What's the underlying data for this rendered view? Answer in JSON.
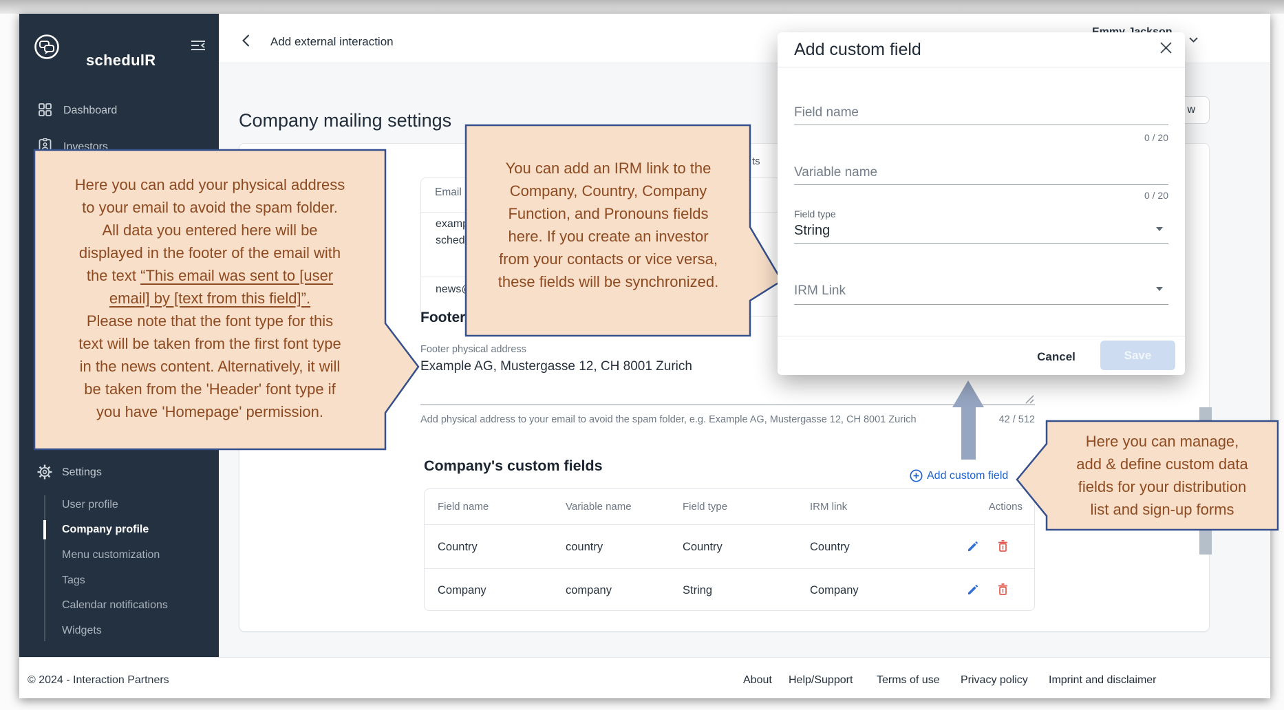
{
  "sidebar": {
    "brand": "schedulR",
    "items": [
      {
        "label": "Dashboard"
      },
      {
        "label": "Investors"
      }
    ],
    "settings": {
      "label": "Settings",
      "subitems": [
        {
          "label": "User profile",
          "active": false
        },
        {
          "label": "Company profile",
          "active": true
        },
        {
          "label": "Menu customization",
          "active": false
        },
        {
          "label": "Tags",
          "active": false
        },
        {
          "label": "Calendar notifications",
          "active": false
        },
        {
          "label": "Widgets",
          "active": false
        }
      ]
    }
  },
  "topbar": {
    "title": "Add external interaction",
    "user_name": "Emmy Jackson"
  },
  "page": {
    "heading": "Company mailing settings",
    "tab_fragment": "ts",
    "partial_button_label": "w"
  },
  "email_table": {
    "header": "Email",
    "row1_line1": "examp",
    "row1_line2": "sched",
    "row2": "news@"
  },
  "footer_section": {
    "heading": "Footer",
    "label": "Footer physical address",
    "value": "Example AG, Mustergasse 12, CH 8001 Zurich",
    "helper": "Add physical address to your email to avoid the spam folder, e.g. Example AG, Mustergasse 12, CH 8001 Zurich",
    "counter": "42 / 512"
  },
  "custom_fields": {
    "heading": "Company's custom fields",
    "add_label": "Add custom field",
    "columns": [
      "Field name",
      "Variable name",
      "Field type",
      "IRM link",
      "Actions"
    ],
    "rows": [
      {
        "field": "Country",
        "variable": "country",
        "type": "Country",
        "irm": "Country"
      },
      {
        "field": "Company",
        "variable": "company",
        "type": "String",
        "irm": "Company"
      }
    ]
  },
  "modal": {
    "title": "Add custom field",
    "field_name_placeholder": "Field name",
    "field_name_counter": "0 / 20",
    "variable_name_placeholder": "Variable name",
    "variable_name_counter": "0 / 20",
    "field_type_label": "Field type",
    "field_type_value": "String",
    "irm_link_placeholder": "IRM Link",
    "cancel_label": "Cancel",
    "save_label": "Save"
  },
  "callout1": {
    "lines_before": [
      "Here you can add your physical address",
      "to your email to avoid the spam folder.",
      "All data you entered here will be",
      "displayed in the footer of the email with"
    ],
    "line5_plain": "the text  ",
    "line5_underline": "“This email was sent to [user",
    "line6_underline": "email] by [text from this field]”.",
    "lines_after": [
      "Please note that the font type for this",
      "text will be taken from the first font type",
      "in the news content. Alternatively, it will",
      "be taken from the 'Header' font type if",
      "you have 'Homepage' permission."
    ]
  },
  "callout2": {
    "lines": [
      "You can add an IRM link to the",
      "Company, Country, Company",
      "Function, and Pronouns fields",
      "here. If you create an investor",
      "from your contacts or vice versa,",
      "these fields will be synchronized."
    ]
  },
  "callout3": {
    "lines": [
      "Here you can manage,",
      "add & define custom data",
      "fields for your distribution",
      "list and sign-up forms"
    ]
  },
  "app_footer": {
    "copyright": "© 2024 - Interaction Partners",
    "links": [
      "About",
      "Help/Support",
      "Terms of use",
      "Privacy policy",
      "Imprint and disclaimer"
    ]
  },
  "colors": {
    "sidebar_bg": "#243140",
    "accent_blue": "#1a63d0",
    "callout_bg": "#f8dfc9",
    "callout_border": "#35508c",
    "callout_text": "#8e4a20",
    "danger_red": "#e4574c",
    "arrow_gray_blue": "#96a5c1",
    "save_disabled_bg": "#cddcf1"
  }
}
